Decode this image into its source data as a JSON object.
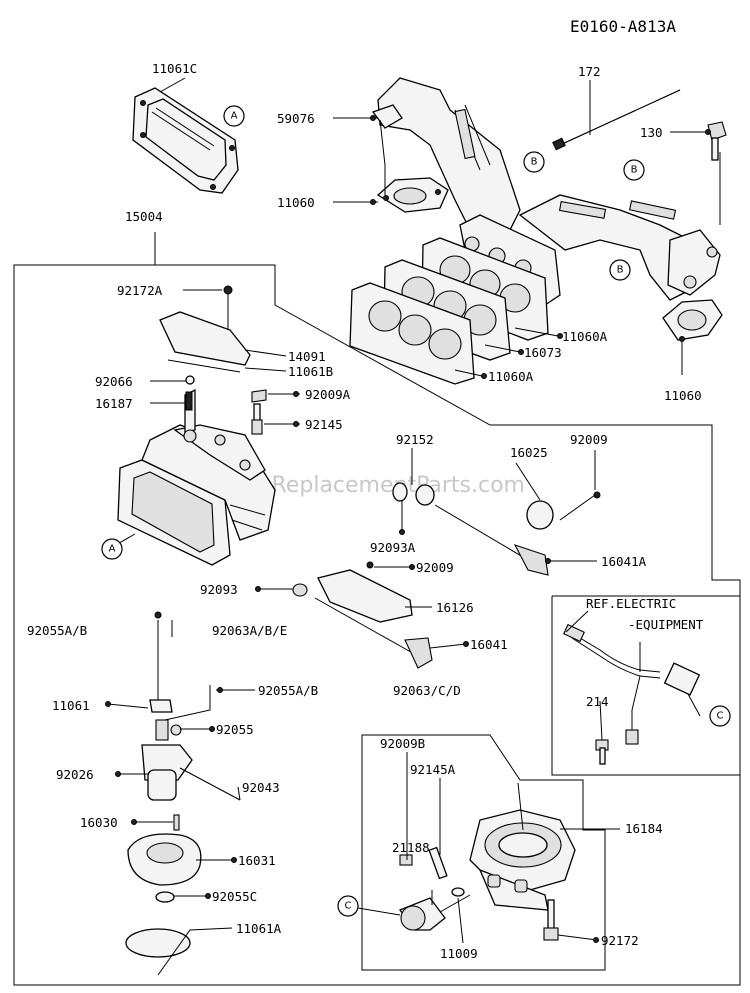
{
  "diagram_code": "E0160-A813A",
  "watermark": "eReplacementParts.com",
  "callout_letters": {
    "a": "A",
    "b": "B",
    "c": "C"
  },
  "part_labels": {
    "p11061C": "11061C",
    "p15004": "15004",
    "p59076": "59076",
    "p11060_top": "11060",
    "p172": "172",
    "p130": "130",
    "p11060A_upper": "11060A",
    "p16073": "16073",
    "p11060A_lower": "11060A",
    "p11060_right": "11060",
    "p92172A": "92172A",
    "p14091": "14091",
    "p11061B": "11061B",
    "p92066": "92066",
    "p16187": "16187",
    "p92009A": "92009A",
    "p92145": "92145",
    "p92152": "92152",
    "p16025": "16025",
    "p92009_a": "92009",
    "p92093A": "92093A",
    "p16041A": "16041A",
    "p92093": "92093",
    "p92009_b": "92009",
    "p16126": "16126",
    "p92055AB_1": "92055A/B",
    "p92063ABE": "92063A/B/E",
    "p16041": "16041",
    "p92055AB_2": "92055A/B",
    "p92063CD": "92063/C/D",
    "p11061": "11061",
    "p92055": "92055",
    "p92026": "92026",
    "p92043": "92043",
    "p16030": "16030",
    "p16031": "16031",
    "p92055C": "92055C",
    "p11061A": "11061A",
    "ref_line1": "REF.ELECTRIC",
    "ref_line2": "-EQUIPMENT",
    "p214": "214",
    "p92009B": "92009B",
    "p92145A": "92145A",
    "p16184": "16184",
    "p21188": "21188",
    "p11009": "11009",
    "p92172": "92172"
  }
}
